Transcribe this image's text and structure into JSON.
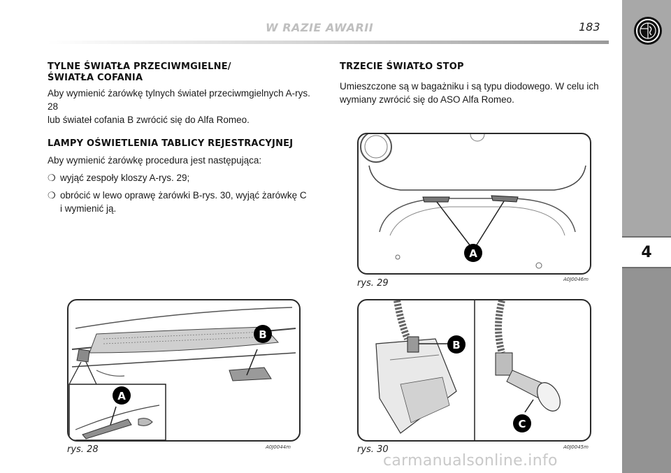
{
  "header": {
    "title": "W RAZIE AWARII",
    "page_number": "183"
  },
  "side_tab": {
    "chapter": "4"
  },
  "left_column": {
    "section1": {
      "heading_line1": "TYLNE ŚWIATŁA PRZECIWMGIELNE/",
      "heading_line2": "ŚWIATŁA COFANIA",
      "body_line1": "Aby wymienić żarówkę tylnych świateł przeciwmgielnych A-rys. 28",
      "body_line2": "lub świateł cofania B zwrócić się do Alfa Romeo."
    },
    "section2": {
      "heading": "LAMPY OŚWIETLENIA TABLICY REJESTRACYJNEJ",
      "intro": "Aby wymienić żarówkę procedura jest następująca:",
      "bullet_symbol": "❍",
      "bullets": [
        {
          "line1": "wyjąć zespoły kloszy A-rys. 29;",
          "line2": ""
        },
        {
          "line1": "obrócić w lewo oprawę żarówki B-rys. 30, wyjąć żarówkę C",
          "line2": "i wymienić ją."
        }
      ]
    }
  },
  "right_column": {
    "section3": {
      "heading": "TRZECIE ŚWIATŁO STOP",
      "body_line1": "Umieszczone są w bagażniku i są typu diodowego. W celu ich",
      "body_line2": "wymiany zwrócić się do ASO Alfa Romeo."
    }
  },
  "figures": {
    "fig28": {
      "caption": "rys. 28",
      "code": "A0J0044m",
      "callouts": [
        "A",
        "B"
      ]
    },
    "fig29": {
      "caption": "rys. 29",
      "code": "A0J0046m",
      "callouts": [
        "A"
      ]
    },
    "fig30": {
      "caption": "rys. 30",
      "code": "A0J0045m",
      "callouts": [
        "B",
        "C"
      ]
    }
  },
  "watermark": "carmanualsonline.info",
  "colors": {
    "side_tab": "#8c8c8c",
    "callout_fill": "#000000",
    "header_title": "#bfbfbf"
  }
}
